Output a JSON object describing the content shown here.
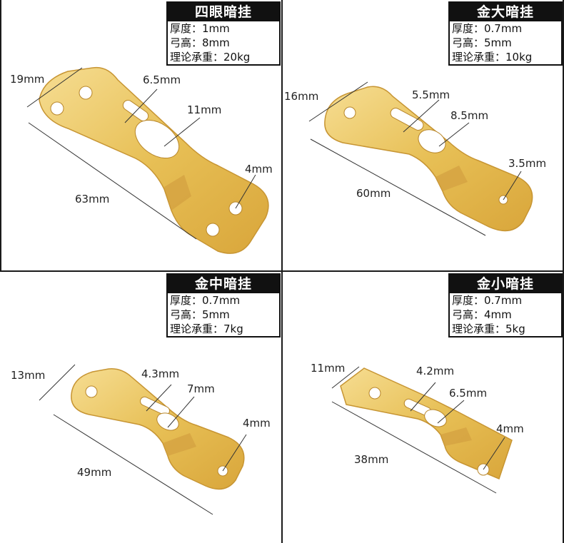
{
  "panels": [
    {
      "title": "四眼暗挂",
      "specs": [
        "厚度：1mm",
        "弓高：8mm",
        "理论承重：20kg"
      ],
      "dims": [
        "19mm",
        "6.5mm",
        "11mm",
        "4mm",
        "63mm"
      ]
    },
    {
      "title": "金大暗挂",
      "specs": [
        "厚度：0.7mm",
        "弓高：5mm",
        "理论承重：10kg"
      ],
      "dims": [
        "16mm",
        "5.5mm",
        "8.5mm",
        "3.5mm",
        "60mm"
      ]
    },
    {
      "title": "金中暗挂",
      "specs": [
        "厚度：0.7mm",
        "弓高：5mm",
        "理论承重：7kg"
      ],
      "dims": [
        "13mm",
        "4.3mm",
        "7mm",
        "4mm",
        "49mm"
      ]
    },
    {
      "title": "金小暗挂",
      "specs": [
        "厚度：0.7mm",
        "弓高：4mm",
        "理论承重：5kg"
      ],
      "dims": [
        "11mm",
        "4.2mm",
        "6.5mm",
        "4mm",
        "38mm"
      ]
    }
  ],
  "colors": {
    "gold_light": "#f3d78a",
    "gold_mid": "#e3b84e",
    "gold_dark": "#c9952c",
    "outline": "#111111"
  }
}
